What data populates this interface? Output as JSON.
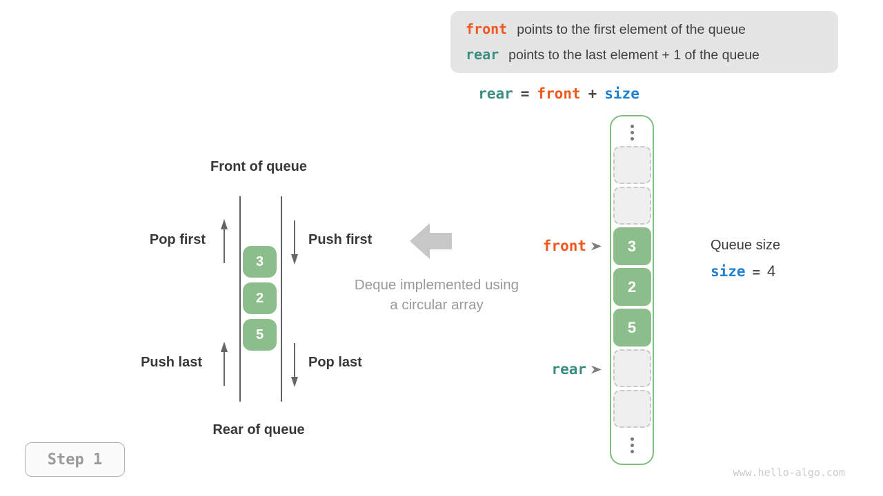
{
  "legend": {
    "lines": [
      {
        "keyword": "front",
        "text": "points to the first element of the queue"
      },
      {
        "keyword": "rear",
        "text": "points to the last element + 1 of the queue"
      }
    ]
  },
  "formula": {
    "rear": "rear",
    "eq": "=",
    "front": "front",
    "plus": "+",
    "size": "size"
  },
  "left_diagram": {
    "front_title": "Front of queue",
    "rear_title": "Rear of queue",
    "pop_first": "Pop first",
    "push_first": "Push first",
    "push_last": "Push last",
    "pop_last": "Pop last"
  },
  "values": [
    "3",
    "2",
    "5"
  ],
  "center_caption": {
    "line1": "Deque implemented using",
    "line2": "a circular array"
  },
  "pointers": {
    "front": "front",
    "rear": "rear"
  },
  "queue_size": {
    "title": "Queue size",
    "variable": "size",
    "equals": "=",
    "value": "4"
  },
  "step_label": "Step 1",
  "watermark": "www.hello-algo.com",
  "colors": {
    "front_orange": "#f2571d",
    "rear_teal": "#3a8e81",
    "size_blue": "#1f80d2",
    "cell_green": "#8cbe8c",
    "array_border_green": "#7ebd7e",
    "legend_bg": "#e5e5e5"
  }
}
